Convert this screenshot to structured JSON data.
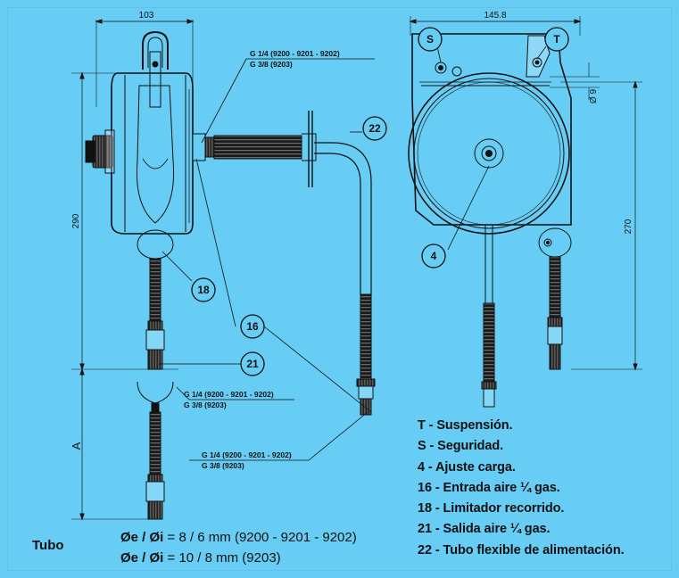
{
  "dimensions": {
    "width_side": "103",
    "width_front": "145.8",
    "height_side": "290",
    "height_front": "270",
    "extension": "A",
    "hole": "Ø 9"
  },
  "thread_labels": [
    {
      "line1": "G 1/4  (9200 - 9201 - 9202)",
      "line2": "G 3/8  (9203)"
    },
    {
      "line1": "G 1/4  (9200 - 9201 - 9202)",
      "line2": "G 3/8  (9203)"
    },
    {
      "line1": "G 1/4  (9200 - 9201 - 9202)",
      "line2": "G 3/8  (9203)"
    }
  ],
  "callouts": {
    "c22": "22",
    "c18": "18",
    "c16": "16",
    "c21": "21",
    "c4": "4",
    "s": "S",
    "t": "T"
  },
  "legend": [
    "T - Suspensión.",
    "S - Seguridad.",
    "4 - Ajuste carga.",
    "16 - Entrada aire ¼ gas.",
    "18 - Limitador recorrido.",
    "21 - Salida aire ¼ gas.",
    "22 - Tubo flexible de alimentación."
  ],
  "tubo": {
    "label": "Tubo",
    "specs": [
      {
        "symbol": "Øe / Øi",
        "value": " = 8 / 6 mm   (9200 - 9201 - 9202)"
      },
      {
        "symbol": "Øe / Øi",
        "value": " = 10 / 8 mm (9203)"
      }
    ]
  },
  "colors": {
    "background": "#67cdf5",
    "ink": "#111111"
  }
}
